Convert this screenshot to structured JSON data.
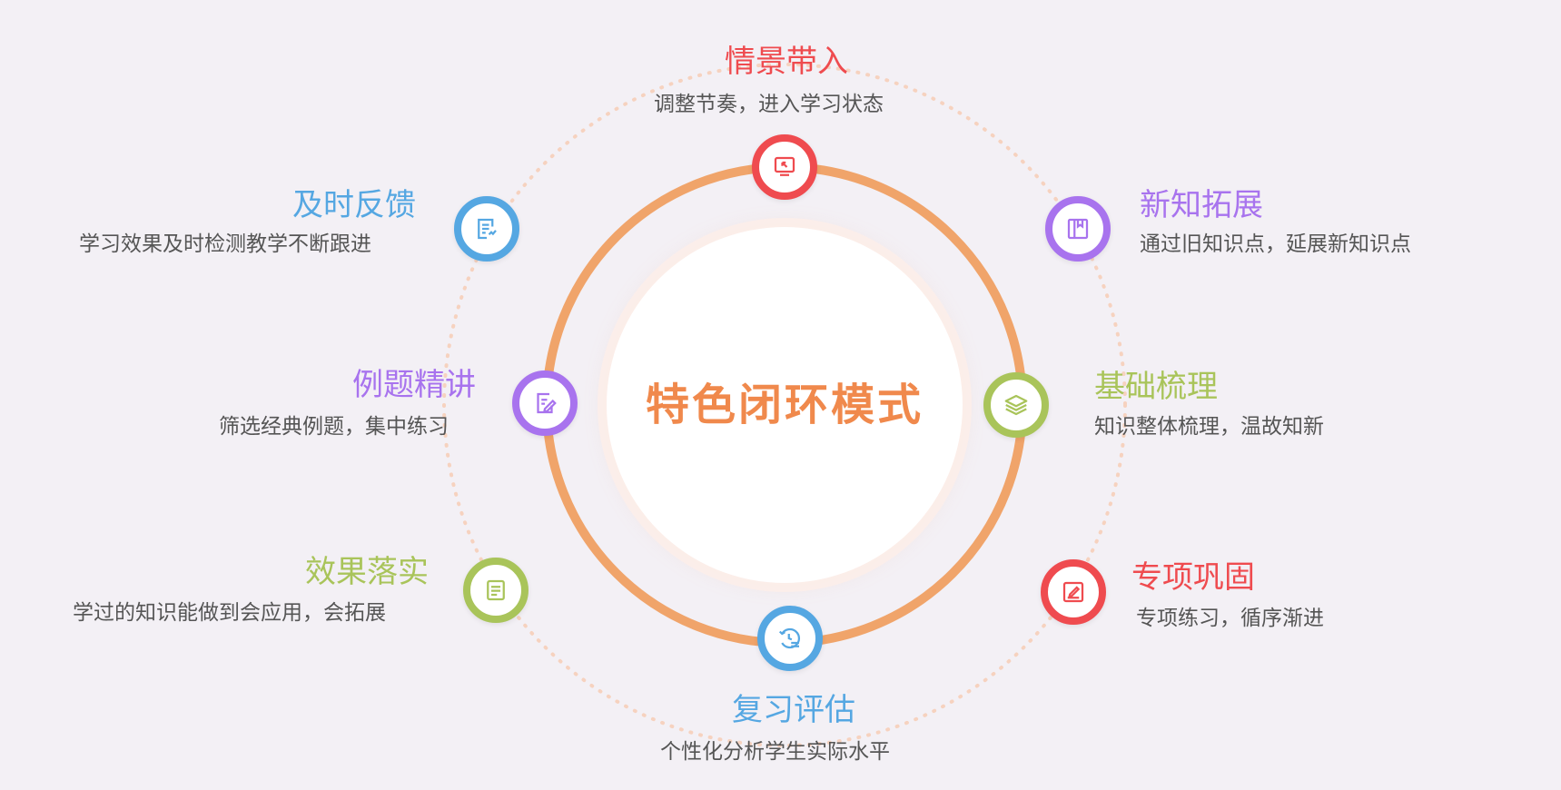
{
  "center": {
    "title": "特色闭环模式"
  },
  "colors": {
    "red": "#ef4b4f",
    "purple": "#a873ee",
    "green": "#a9c45a",
    "blue": "#55a7e2",
    "orange": "#f0894c",
    "background": "#f3f0f5"
  },
  "steps": [
    {
      "title": "情景带入",
      "desc": "调整节奏，进入学习状态",
      "icon": "screen-arrow-icon",
      "color": "#ef4b4f"
    },
    {
      "title": "新知拓展",
      "desc": "通过旧知识点，延展新知识点",
      "icon": "book-icon",
      "color": "#a873ee"
    },
    {
      "title": "基础梳理",
      "desc": "知识整体梳理，温故知新",
      "icon": "layers-icon",
      "color": "#a9c45a"
    },
    {
      "title": "专项巩固",
      "desc": "专项练习，循序渐进",
      "icon": "edit-note-icon",
      "color": "#ef4b4f"
    },
    {
      "title": "复习评估",
      "desc": "个性化分析学生实际水平",
      "icon": "history-list-icon",
      "color": "#55a7e2"
    },
    {
      "title": "效果落实",
      "desc": "学过的知识能做到会应用，会拓展",
      "icon": "document-icon",
      "color": "#a9c45a"
    },
    {
      "title": "例题精讲",
      "desc": "筛选经典例题，集中练习",
      "icon": "doc-pen-icon",
      "color": "#a873ee"
    },
    {
      "title": "及时反馈",
      "desc": "学习效果及时检测教学不断跟进",
      "icon": "report-icon",
      "color": "#55a7e2"
    }
  ]
}
